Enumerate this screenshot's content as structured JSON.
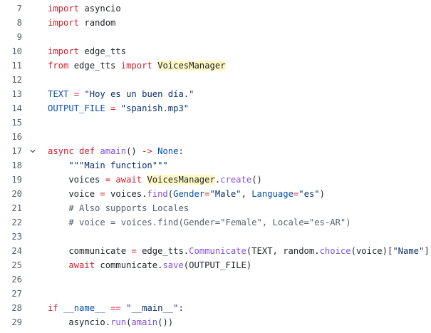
{
  "fold_icon": "chevron-down-icon",
  "lines": [
    {
      "n": "7",
      "code": [
        [
          "kw",
          "import"
        ],
        [
          "plain",
          " asyncio"
        ]
      ]
    },
    {
      "n": "8",
      "code": [
        [
          "kw",
          "import"
        ],
        [
          "plain",
          " random"
        ]
      ]
    },
    {
      "n": "9",
      "code": []
    },
    {
      "n": "10",
      "code": [
        [
          "kw",
          "import"
        ],
        [
          "plain",
          " edge_tts"
        ]
      ]
    },
    {
      "n": "11",
      "code": [
        [
          "kw",
          "from"
        ],
        [
          "plain",
          " edge_tts "
        ],
        [
          "kw",
          "import"
        ],
        [
          "plain",
          " "
        ],
        [
          "hl",
          "VoicesManager"
        ]
      ]
    },
    {
      "n": "12",
      "code": []
    },
    {
      "n": "13",
      "code": [
        [
          "num",
          "TEXT"
        ],
        [
          "plain",
          " "
        ],
        [
          "kw",
          "="
        ],
        [
          "plain",
          " "
        ],
        [
          "str",
          "\"Hoy es un buen día.\""
        ]
      ]
    },
    {
      "n": "14",
      "code": [
        [
          "num",
          "OUTPUT_FILE"
        ],
        [
          "plain",
          " "
        ],
        [
          "kw",
          "="
        ],
        [
          "plain",
          " "
        ],
        [
          "str",
          "\"spanish.mp3\""
        ]
      ]
    },
    {
      "n": "15",
      "code": []
    },
    {
      "n": "16",
      "code": []
    },
    {
      "n": "17",
      "fold": true,
      "code": [
        [
          "kw",
          "async"
        ],
        [
          "plain",
          " "
        ],
        [
          "kw",
          "def"
        ],
        [
          "plain",
          " "
        ],
        [
          "fn",
          "amain"
        ],
        [
          "plain",
          "() "
        ],
        [
          "kw",
          "->"
        ],
        [
          "plain",
          " "
        ],
        [
          "num",
          "None"
        ],
        [
          "plain",
          ":"
        ]
      ]
    },
    {
      "n": "18",
      "code": [
        [
          "plain",
          "    "
        ],
        [
          "str",
          "\"\"\"Main function\"\"\""
        ]
      ]
    },
    {
      "n": "19",
      "code": [
        [
          "plain",
          "    voices "
        ],
        [
          "kw",
          "="
        ],
        [
          "plain",
          " "
        ],
        [
          "kw",
          "await"
        ],
        [
          "plain",
          " "
        ],
        [
          "hl",
          "VoicesManager"
        ],
        [
          "plain",
          "."
        ],
        [
          "fn",
          "create"
        ],
        [
          "plain",
          "()"
        ]
      ]
    },
    {
      "n": "20",
      "code": [
        [
          "plain",
          "    voice "
        ],
        [
          "kw",
          "="
        ],
        [
          "plain",
          " voices."
        ],
        [
          "fn",
          "find"
        ],
        [
          "plain",
          "("
        ],
        [
          "num",
          "Gender"
        ],
        [
          "kw",
          "="
        ],
        [
          "str",
          "\"Male\""
        ],
        [
          "plain",
          ", "
        ],
        [
          "num",
          "Language"
        ],
        [
          "kw",
          "="
        ],
        [
          "str",
          "\"es\""
        ],
        [
          "plain",
          ")"
        ]
      ]
    },
    {
      "n": "21",
      "code": [
        [
          "plain",
          "    "
        ],
        [
          "cm",
          "# Also supports Locales"
        ]
      ]
    },
    {
      "n": "22",
      "code": [
        [
          "plain",
          "    "
        ],
        [
          "cm",
          "# voice = voices.find(Gender=\"Female\", Locale=\"es-AR\")"
        ]
      ]
    },
    {
      "n": "23",
      "code": []
    },
    {
      "n": "24",
      "code": [
        [
          "plain",
          "    communicate "
        ],
        [
          "kw",
          "="
        ],
        [
          "plain",
          " edge_tts."
        ],
        [
          "fn",
          "Communicate"
        ],
        [
          "plain",
          "(TEXT, random."
        ],
        [
          "fn",
          "choice"
        ],
        [
          "plain",
          "(voice)["
        ],
        [
          "str",
          "\"Name\""
        ],
        [
          "plain",
          "])"
        ]
      ]
    },
    {
      "n": "25",
      "code": [
        [
          "plain",
          "    "
        ],
        [
          "kw",
          "await"
        ],
        [
          "plain",
          " communicate."
        ],
        [
          "fn",
          "save"
        ],
        [
          "plain",
          "(OUTPUT_FILE)"
        ]
      ]
    },
    {
      "n": "26",
      "code": []
    },
    {
      "n": "27",
      "code": []
    },
    {
      "n": "28",
      "code": [
        [
          "kw",
          "if"
        ],
        [
          "plain",
          " "
        ],
        [
          "num",
          "__name__"
        ],
        [
          "plain",
          " "
        ],
        [
          "kw",
          "=="
        ],
        [
          "plain",
          " "
        ],
        [
          "str",
          "\"__main__\""
        ],
        [
          "plain",
          ":"
        ]
      ]
    },
    {
      "n": "29",
      "code": [
        [
          "plain",
          "    asyncio."
        ],
        [
          "fn",
          "run"
        ],
        [
          "plain",
          "("
        ],
        [
          "fn",
          "amain"
        ],
        [
          "plain",
          "())"
        ]
      ]
    }
  ]
}
